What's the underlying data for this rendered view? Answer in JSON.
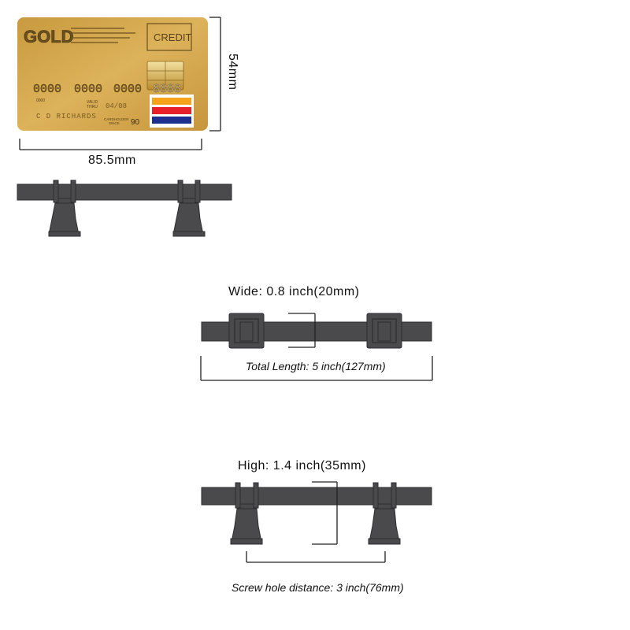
{
  "card": {
    "brand": "GOLD",
    "type_label": "CREDIT",
    "number_groups": [
      "0000",
      "0000",
      "0000",
      "8888"
    ],
    "small_code": "0000",
    "valid_label_1": "VALID",
    "valid_label_2": "THRU",
    "expiry": "04/08",
    "holder_name": "C D RICHARDS",
    "holder_label_1": "CARDHOLDER",
    "holder_label_2": "SINCE",
    "holder_since": "90",
    "stripe_colors": [
      "#f6a21a",
      "#e8202a",
      "#1f2f8f"
    ],
    "gold_color": "#d6a84a"
  },
  "dimensions": {
    "card_height": "54mm",
    "card_width": "85.5mm",
    "wide": "Wide: 0.8 inch(20mm)",
    "total_length": "Total Length: 5 inch(127mm)",
    "high": "High: 1.4 inch(35mm)",
    "screw_distance": "Screw hole distance: 3 inch(76mm)"
  },
  "colors": {
    "handle": "#4a4a4d",
    "handle_dark": "#2d2d30",
    "line": "#222222"
  }
}
